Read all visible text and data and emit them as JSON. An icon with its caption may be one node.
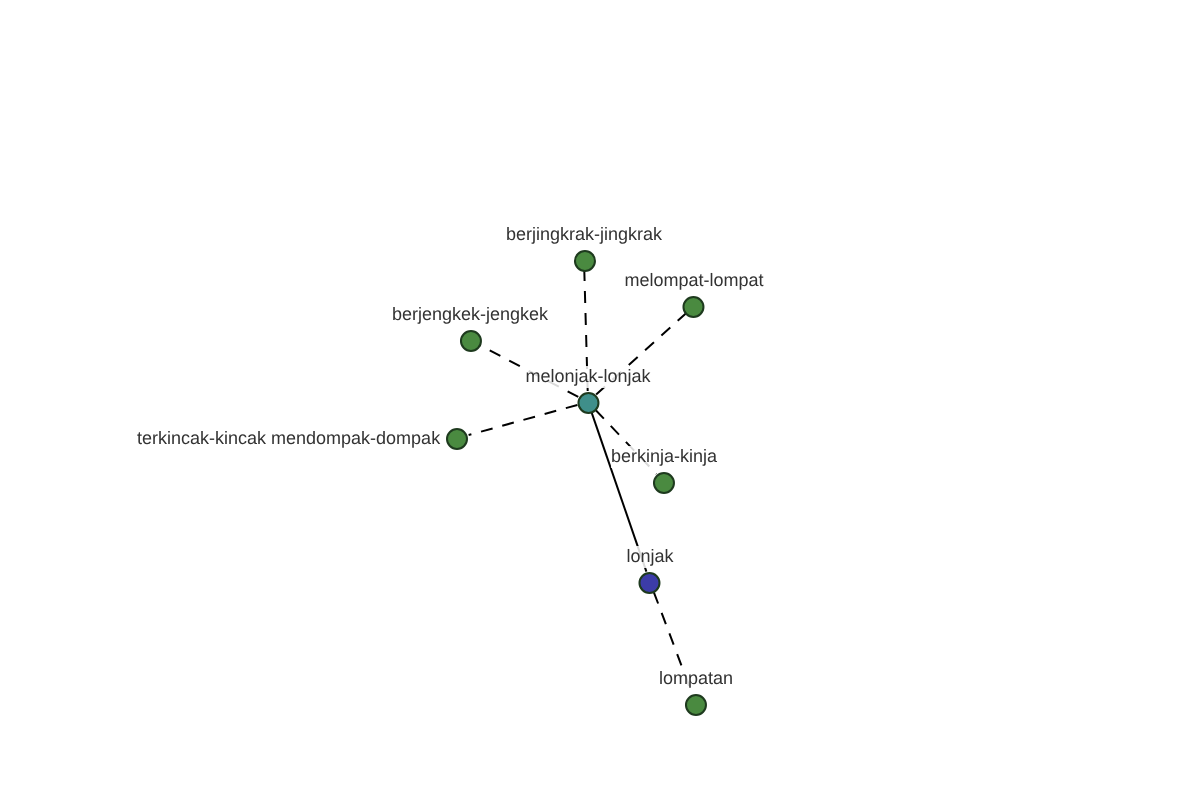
{
  "diagram": {
    "nodes": [
      {
        "text": [
          "berjingkrak-jingkrak"
        ]
      },
      {
        "text": [
          "melompat-lompat"
        ]
      },
      {
        "text": [
          "berjengkek-jengkek"
        ]
      },
      {
        "text": [
          "melonjak-lonjak"
        ]
      },
      {
        "text": [
          "terkincak-kincak mendompak-dompak"
        ]
      },
      {
        "text": [
          "berkinja-kinja"
        ]
      },
      {
        "text": [
          "lonjak"
        ]
      },
      {
        "text": [
          "lompatan"
        ]
      }
    ],
    "edges": [
      {
        "from": 3,
        "to": 0,
        "arrow": "none",
        "style": "dashed"
      },
      {
        "from": 3,
        "to": 1,
        "arrow": "none",
        "style": "dashed"
      },
      {
        "from": 3,
        "to": 2,
        "arrow": "none",
        "style": "dashed"
      },
      {
        "from": 3,
        "to": 4,
        "arrow": "none",
        "style": "dashed"
      },
      {
        "from": 3,
        "to": 5,
        "arrow": "none",
        "style": "dashed"
      },
      {
        "from": 3,
        "to": 6,
        "arrow": "none"
      },
      {
        "from": 6,
        "to": 7,
        "arrow": "none",
        "style": "dashed"
      }
    ]
  }
}
